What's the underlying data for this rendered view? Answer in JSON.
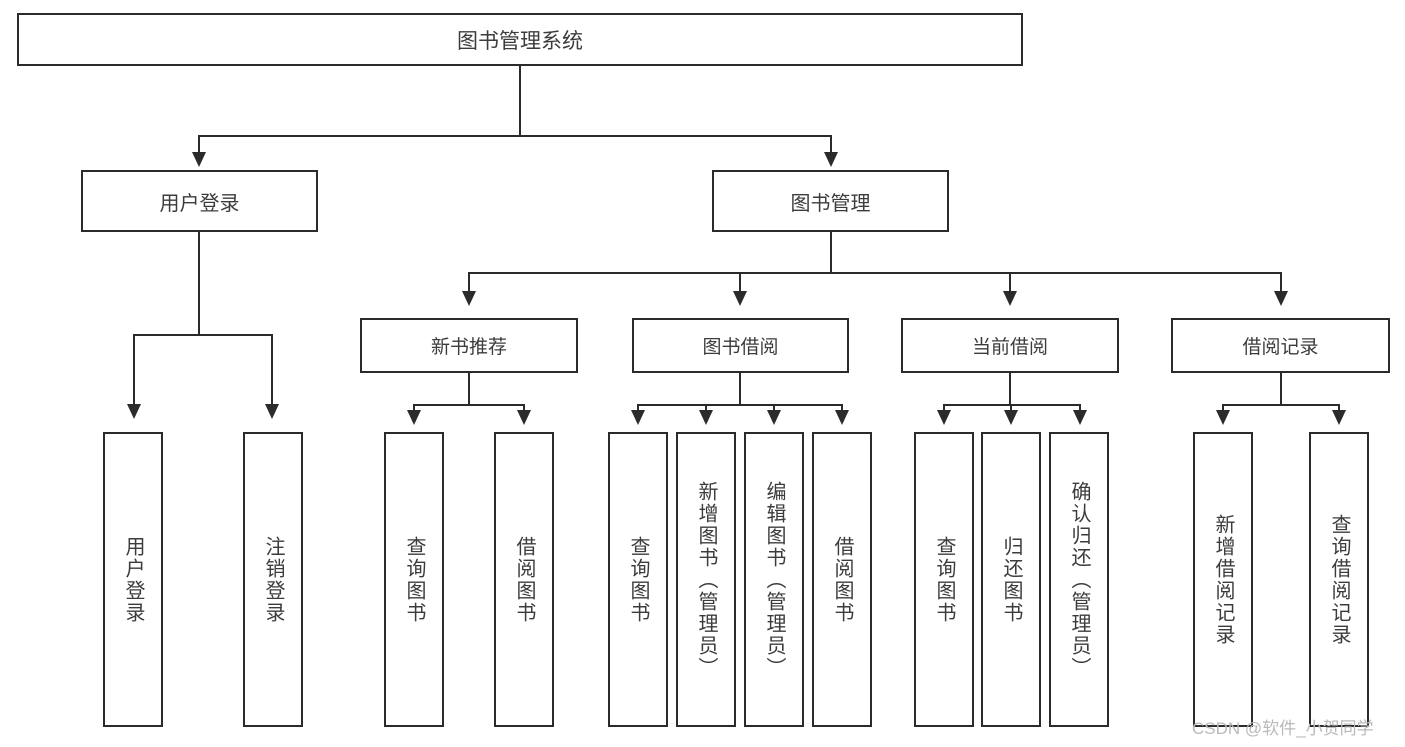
{
  "diagram": {
    "type": "hierarchy-tree",
    "title": "图书管理系统",
    "root": {
      "id": "root",
      "label": "图书管理系统",
      "orientation": "horizontal"
    },
    "level1": [
      {
        "id": "user-login",
        "label": "用户登录",
        "orientation": "horizontal"
      },
      {
        "id": "book-management",
        "label": "图书管理",
        "orientation": "horizontal"
      }
    ],
    "level2": [
      {
        "id": "new-book-recommend",
        "label": "新书推荐",
        "orientation": "horizontal",
        "parent": "book-management"
      },
      {
        "id": "book-borrow",
        "label": "图书借阅",
        "orientation": "horizontal",
        "parent": "book-management"
      },
      {
        "id": "current-borrow",
        "label": "当前借阅",
        "orientation": "horizontal",
        "parent": "book-management"
      },
      {
        "id": "borrow-record",
        "label": "借阅记录",
        "orientation": "horizontal",
        "parent": "book-management"
      }
    ],
    "leaves": {
      "user_login": [
        {
          "id": "leaf-user-login",
          "label": "用户登录",
          "orientation": "vertical"
        },
        {
          "id": "leaf-logout-login",
          "label": "注销登录",
          "orientation": "vertical"
        }
      ],
      "new_book_recommend": [
        {
          "id": "leaf-query-book-1",
          "label": "查询图书",
          "orientation": "vertical"
        },
        {
          "id": "leaf-borrow-book-1",
          "label": "借阅图书",
          "orientation": "vertical"
        }
      ],
      "book_borrow": [
        {
          "id": "leaf-query-book-2",
          "label": "查询图书",
          "orientation": "vertical"
        },
        {
          "id": "leaf-add-book",
          "label": "新增图书（管理员）",
          "orientation": "vertical"
        },
        {
          "id": "leaf-edit-book",
          "label": "编辑图书（管理员）",
          "orientation": "vertical"
        },
        {
          "id": "leaf-borrow-book-2",
          "label": "借阅图书",
          "orientation": "vertical"
        }
      ],
      "current_borrow": [
        {
          "id": "leaf-query-book-3",
          "label": "查询图书",
          "orientation": "vertical"
        },
        {
          "id": "leaf-return-book",
          "label": "归还图书",
          "orientation": "vertical"
        },
        {
          "id": "leaf-confirm-return",
          "label": "确认归还（管理员）",
          "orientation": "vertical"
        }
      ],
      "borrow_record": [
        {
          "id": "leaf-add-borrow-record",
          "label": "新增借阅记录",
          "orientation": "vertical"
        },
        {
          "id": "leaf-query-borrow-record",
          "label": "查询借阅记录",
          "orientation": "vertical"
        }
      ]
    }
  },
  "watermark": {
    "text": "CSDN @软件_小贺同学"
  },
  "colors": {
    "stroke": "#2b2b2b",
    "text": "#3c3c3c",
    "background": "#ffffff",
    "watermark": "#b9b9b9"
  }
}
